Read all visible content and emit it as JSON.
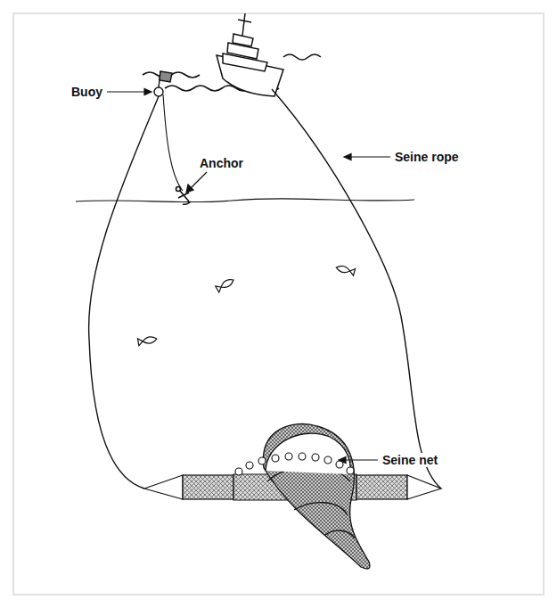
{
  "diagram": {
    "labels": [
      "Buoy",
      "Anchor",
      "Seine rope",
      "Seine net"
    ]
  }
}
